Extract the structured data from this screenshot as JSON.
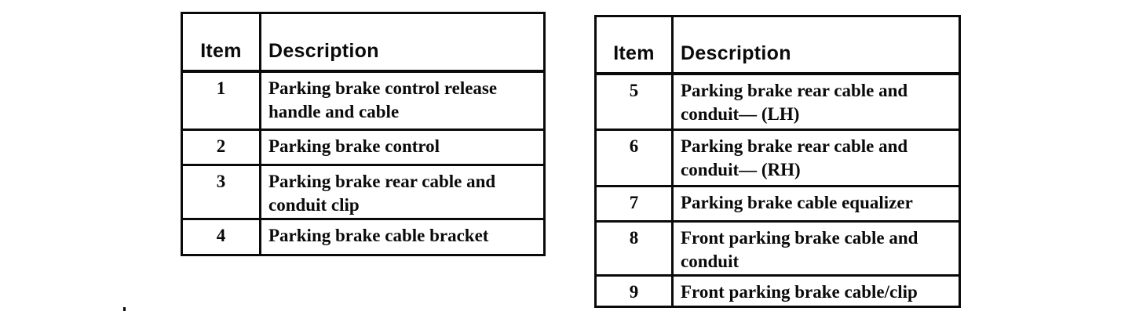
{
  "colors": {
    "ink": "#0a0a0a",
    "paper": "#ffffff"
  },
  "tables": [
    {
      "name": "parts-table-items-1-4",
      "headers": {
        "item": "Item",
        "description": "Description"
      },
      "rows": [
        {
          "item": "1",
          "description": "Parking brake control release handle and cable"
        },
        {
          "item": "2",
          "description": "Parking brake control"
        },
        {
          "item": "3",
          "description": "Parking brake rear cable and conduit clip"
        },
        {
          "item": "4",
          "description": "Parking brake cable bracket"
        }
      ]
    },
    {
      "name": "parts-table-items-5-9",
      "headers": {
        "item": "Item",
        "description": "Description"
      },
      "rows": [
        {
          "item": "5",
          "description": "Parking brake rear cable and conduit— (LH)"
        },
        {
          "item": "6",
          "description": "Parking brake rear cable and conduit— (RH)"
        },
        {
          "item": "7",
          "description": "Parking brake cable equalizer"
        },
        {
          "item": "8",
          "description": "Front parking brake cable and conduit"
        },
        {
          "item": "9",
          "description": "Front parking brake cable/clip"
        }
      ]
    }
  ]
}
